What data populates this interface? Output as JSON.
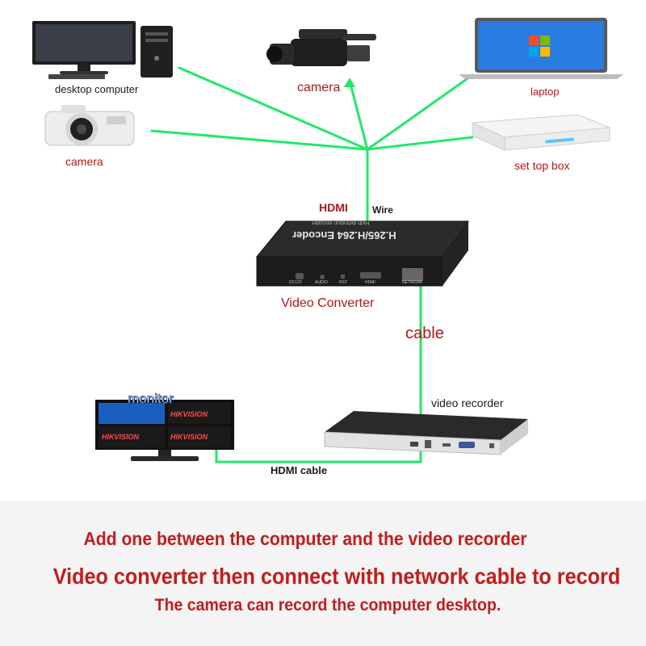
{
  "colors": {
    "wire": "#22e86a",
    "label_red": "#b01818",
    "caption_red": "#c41c1c"
  },
  "devices": {
    "desktop": {
      "label": "desktop computer",
      "icon": "desktop-computer-icon"
    },
    "camera_top": {
      "label": "camera",
      "icon": "video-camera-icon"
    },
    "laptop": {
      "label": "laptop",
      "icon": "laptop-icon"
    },
    "camera_left": {
      "label": "camera",
      "icon": "photo-camera-icon"
    },
    "settop": {
      "label": "set top box",
      "icon": "set-top-box-icon"
    },
    "encoder": {
      "label": "Video Converter",
      "brand_text": "H.265/H.264 Encoder",
      "sub_text": "High definition encoder",
      "ports": [
        "DC12V",
        "AUDIO",
        "RST",
        "HDMI",
        "NETWORK"
      ]
    },
    "monitor": {
      "label": "monitor",
      "screen_text": "HIKVISION"
    },
    "recorder": {
      "label": "video recorder"
    }
  },
  "links": {
    "hdmi_wire": {
      "hdmi": "HDMI",
      "wire": "Wire"
    },
    "cable": "cable",
    "hdmi_cable": "HDMI cable"
  },
  "captions": [
    "Add one between the computer and the video recorder",
    "Video converter then connect with network cable to record",
    "The camera can record the computer desktop."
  ]
}
